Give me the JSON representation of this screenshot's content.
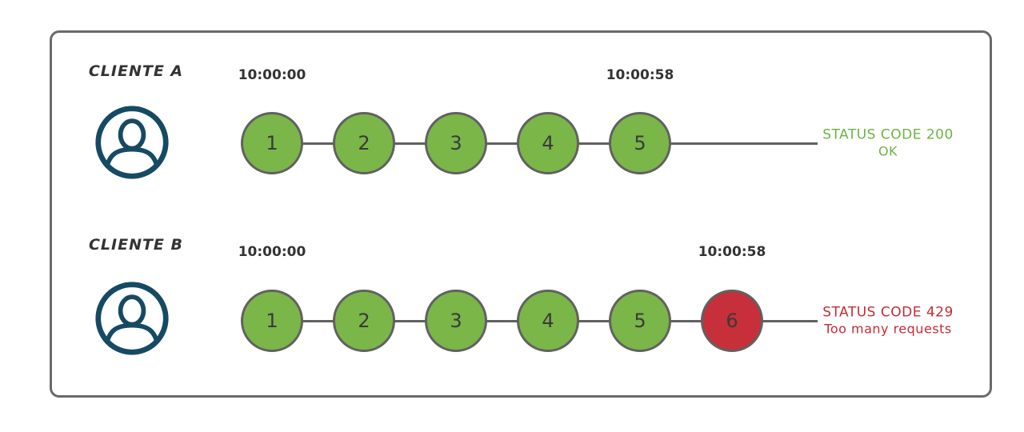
{
  "colors": {
    "frame_border": "#6a6a6a",
    "timeline_gray": "#616161",
    "request_ok_green": "#7ab648",
    "request_limited_red": "#c72f3a",
    "status_ok_green": "#6db33f",
    "status_error_red": "#c62b33",
    "avatar_navy": "#164a64",
    "text_dark": "#333333"
  },
  "clients": [
    {
      "id": "client-a",
      "label": "CLIENTE A",
      "avatar_icon": "user-avatar-icon",
      "timestamps": [
        {
          "text": "10:00:00",
          "above_request": 1
        },
        {
          "text": "10:00:58",
          "above_request": 5
        }
      ],
      "requests": [
        {
          "n": "1",
          "result": "success"
        },
        {
          "n": "2",
          "result": "success"
        },
        {
          "n": "3",
          "result": "success"
        },
        {
          "n": "4",
          "result": "success"
        },
        {
          "n": "5",
          "result": "success"
        }
      ],
      "status": {
        "line1": "STATUS CODE 200",
        "line2": "OK",
        "tone": "success"
      }
    },
    {
      "id": "client-b",
      "label": "CLIENTE B",
      "avatar_icon": "user-avatar-icon",
      "timestamps": [
        {
          "text": "10:00:00",
          "above_request": 1
        },
        {
          "text": "10:00:58",
          "above_request": 6
        }
      ],
      "requests": [
        {
          "n": "1",
          "result": "success"
        },
        {
          "n": "2",
          "result": "success"
        },
        {
          "n": "3",
          "result": "success"
        },
        {
          "n": "4",
          "result": "success"
        },
        {
          "n": "5",
          "result": "success"
        },
        {
          "n": "6",
          "result": "rate-limited"
        }
      ],
      "status": {
        "line1": "STATUS CODE 429",
        "line2": "Too many requests",
        "tone": "error"
      }
    }
  ]
}
